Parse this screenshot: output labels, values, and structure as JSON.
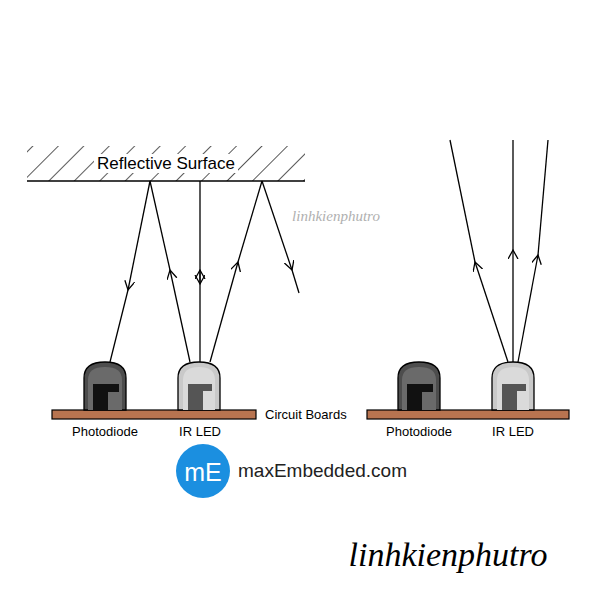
{
  "diagram": {
    "nodes": [
      {
        "text": [
          "Reflective Surface"
        ]
      }
    ],
    "labels": [
      "Photodiode",
      "IR LED",
      "Circuit Boards",
      "Photodiode",
      "IR LED",
      "mE",
      "maxEmbedded.com",
      "linhkienphutro",
      "linhkienphutro"
    ]
  }
}
